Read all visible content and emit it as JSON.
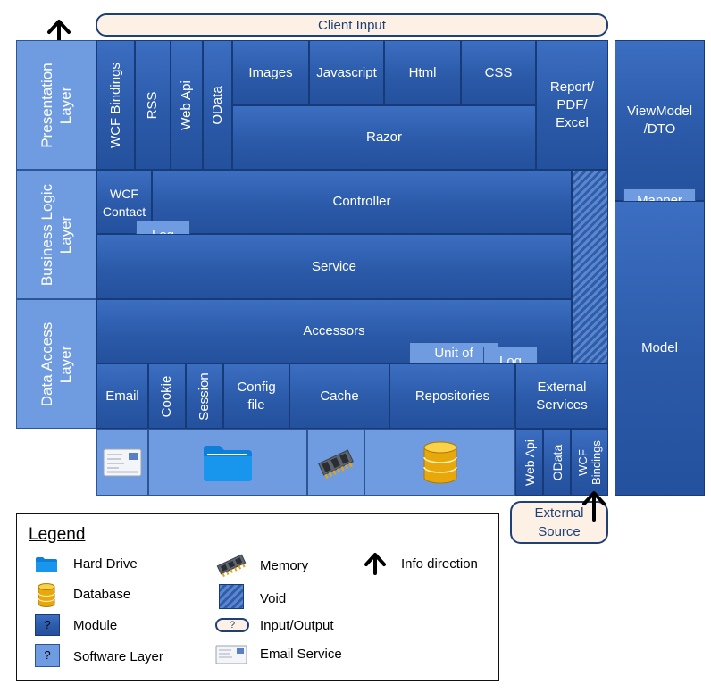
{
  "client_input": "Client Input",
  "external_source": "External Source",
  "layers": {
    "presentation": "Presentation Layer",
    "business": "Business Logic Layer",
    "data_access": "Data Access Layer"
  },
  "presentation": {
    "wcf_bindings": "WCF Bindings",
    "rss": "RSS",
    "web_api": "Web Api",
    "odata": "OData",
    "images": "Images",
    "javascript": "Javascript",
    "html": "Html",
    "css": "CSS",
    "razor": "Razor",
    "report": "Report/ PDF/ Excel"
  },
  "business": {
    "wcf_contact": "WCF Contact",
    "controller": "Controller",
    "log": "Log",
    "service": "Service"
  },
  "data_access": {
    "accessors": "Accessors",
    "unit_of_work": "Unit of Work",
    "log": "Log",
    "email": "Email",
    "cookie": "Cookie",
    "session": "Session",
    "config_file": "Config file",
    "cache": "Cache",
    "repositories": "Repositories",
    "external_services": "External Services"
  },
  "bottom": {
    "web_api": "Web Api",
    "odata": "OData",
    "wcf_bindings": "WCF Bindings"
  },
  "side": {
    "viewmodel": "ViewModel /DTO",
    "mapper": "Mapper",
    "model": "Model"
  },
  "legend": {
    "title": "Legend",
    "hard_drive": "Hard Drive",
    "database": "Database",
    "module": "Module",
    "software_layer": "Software Layer",
    "memory": "Memory",
    "void": "Void",
    "input_output": "Input/Output",
    "email_service": "Email Service",
    "info_direction": "Info direction",
    "question_mark": "?"
  },
  "colors": {
    "module": "#2b5aa9",
    "software_layer": "#6f9be0",
    "io_fill": "#fdf1e6",
    "io_border": "#1f3f77"
  },
  "icons": [
    "arrow-up-icon",
    "folder-icon",
    "database-icon",
    "memory-chip-icon",
    "email-icon"
  ]
}
